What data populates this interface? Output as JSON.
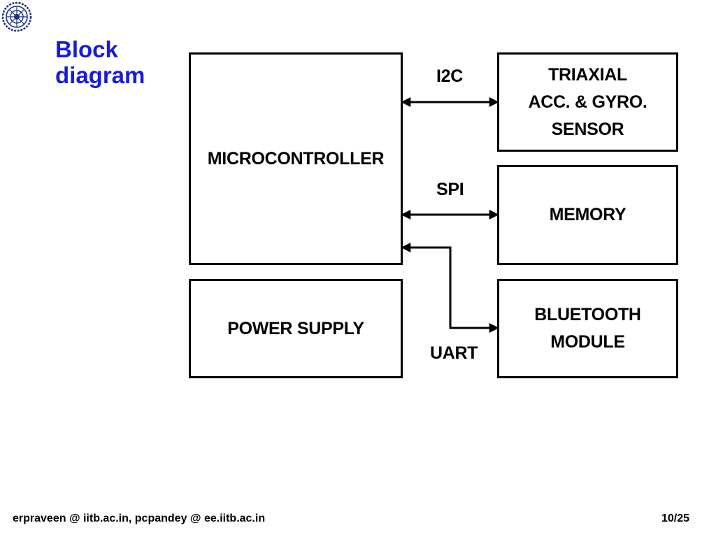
{
  "title": {
    "line1": "Block",
    "line2": "diagram"
  },
  "blocks": {
    "microcontroller": {
      "label": "MICROCONTROLLER"
    },
    "power_supply": {
      "label": "POWER SUPPLY"
    },
    "sensor": {
      "line1": "TRIAXIAL",
      "line2": "ACC. & GYRO.",
      "line3": "SENSOR"
    },
    "memory": {
      "label": "MEMORY"
    },
    "bluetooth": {
      "line1": "BLUETOOTH",
      "line2": "MODULE"
    }
  },
  "buses": {
    "i2c": "I2C",
    "spi": "SPI",
    "uart": "UART"
  },
  "footer": {
    "contacts": "erpraveen @ iitb.ac.in, pcpandey @ ee.iitb.ac.in",
    "page": "10/25"
  },
  "colors": {
    "title": "#1a1ad6",
    "logo": "#1f2f7a"
  },
  "icons": {
    "logo": "institute-seal-logo"
  }
}
